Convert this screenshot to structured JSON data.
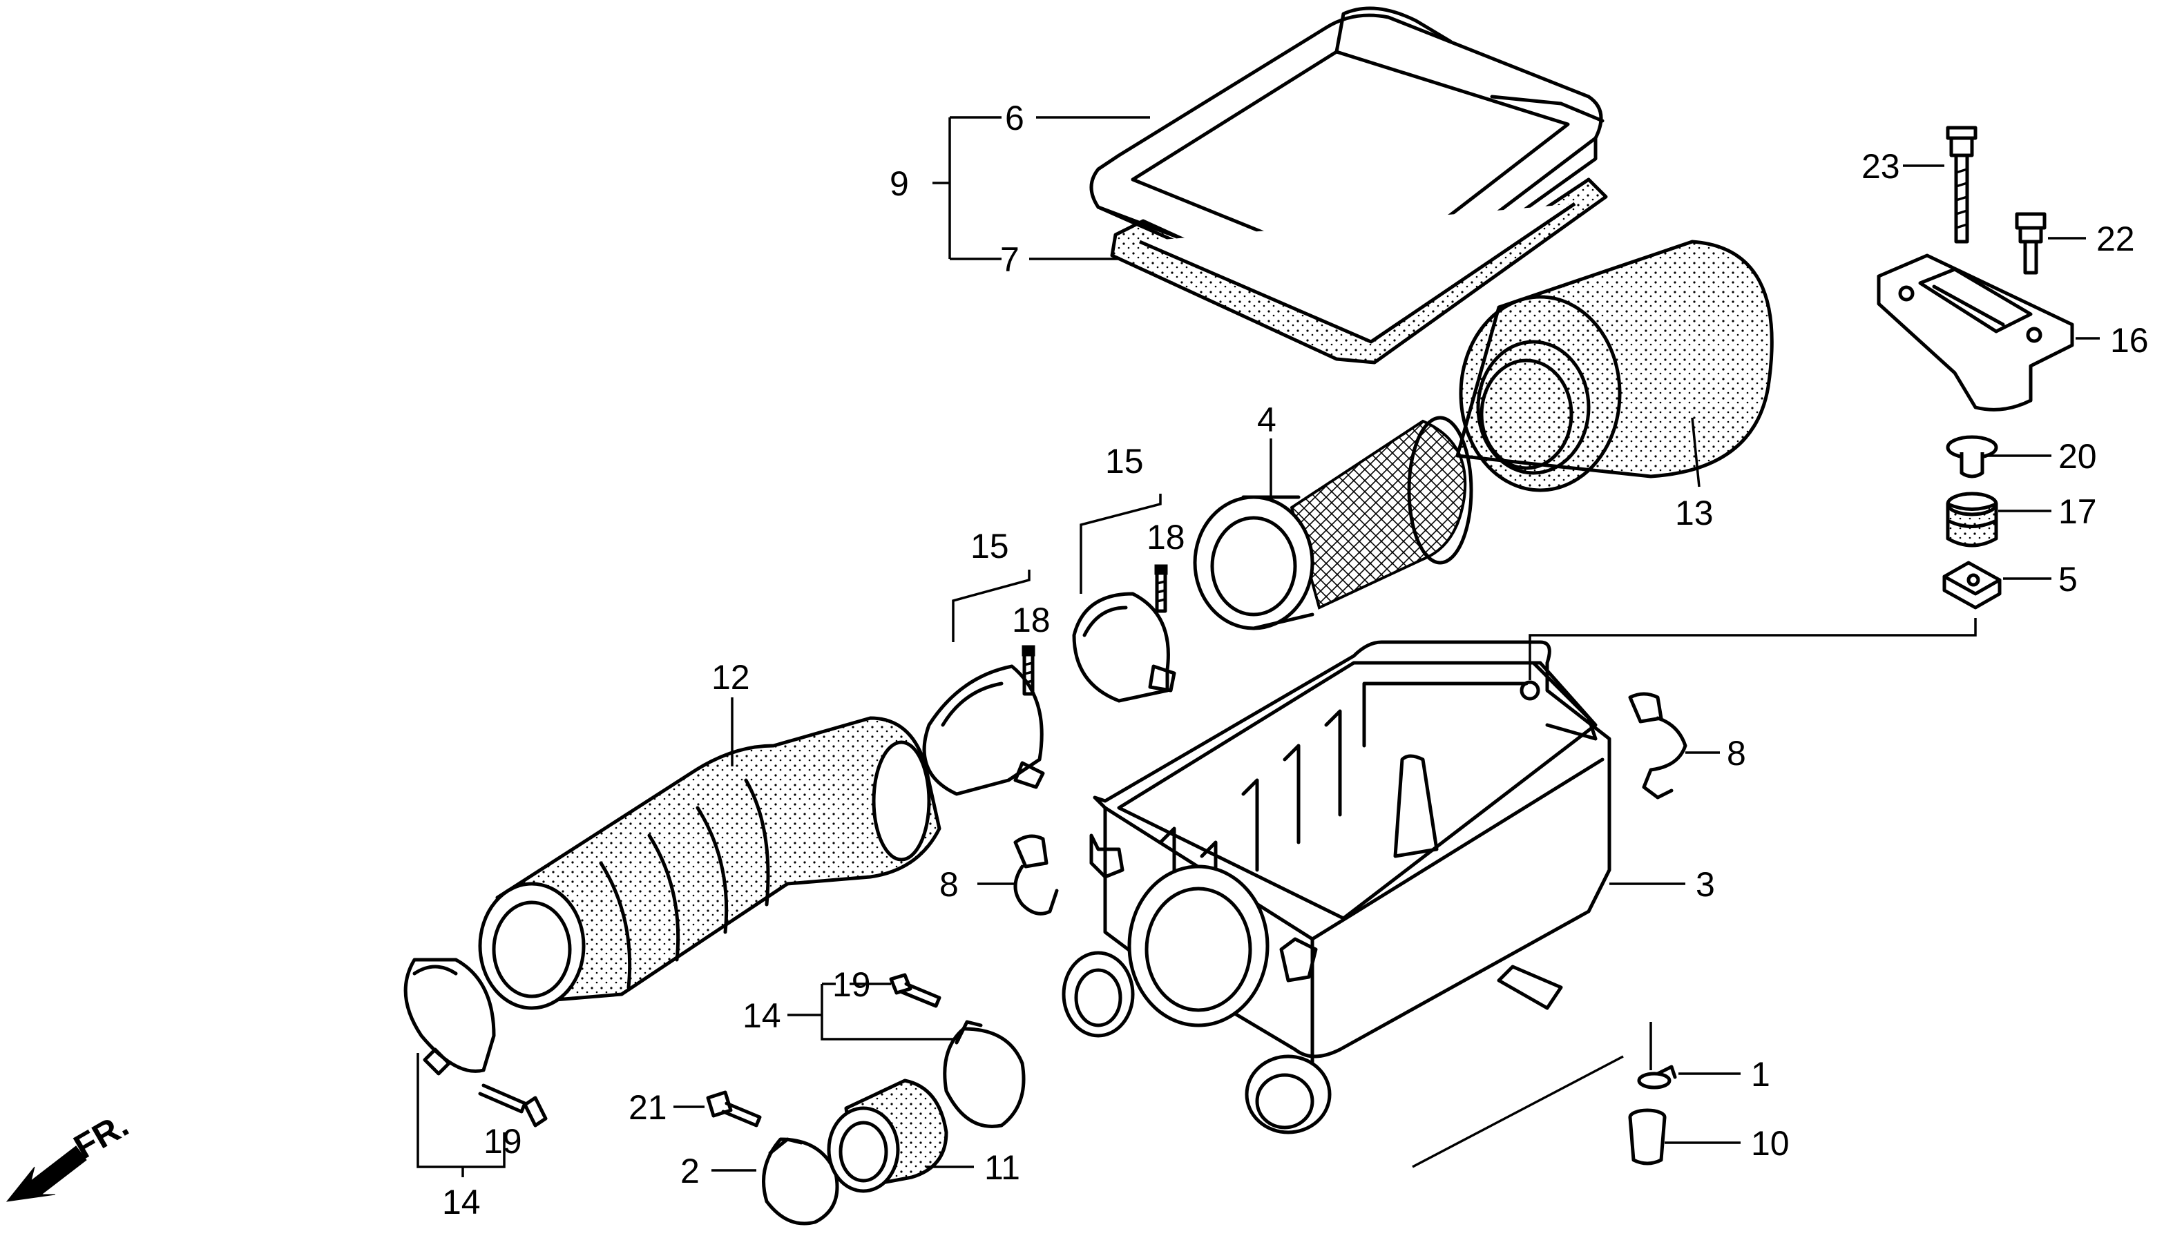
{
  "diagram": {
    "direction_label": "FR.",
    "callouts": {
      "c1": "1",
      "c2": "2",
      "c3": "3",
      "c4": "4",
      "c5": "5",
      "c6": "6",
      "c7": "7",
      "c8a": "8",
      "c8b": "8",
      "c9": "9",
      "c10": "10",
      "c11": "11",
      "c12": "12",
      "c13": "13",
      "c14a": "14",
      "c14b": "14",
      "c15a": "15",
      "c15b": "15",
      "c16": "16",
      "c17": "17",
      "c18a": "18",
      "c18b": "18",
      "c19a": "19",
      "c19b": "19",
      "c20": "20",
      "c21": "21",
      "c22": "22",
      "c23": "23"
    }
  }
}
